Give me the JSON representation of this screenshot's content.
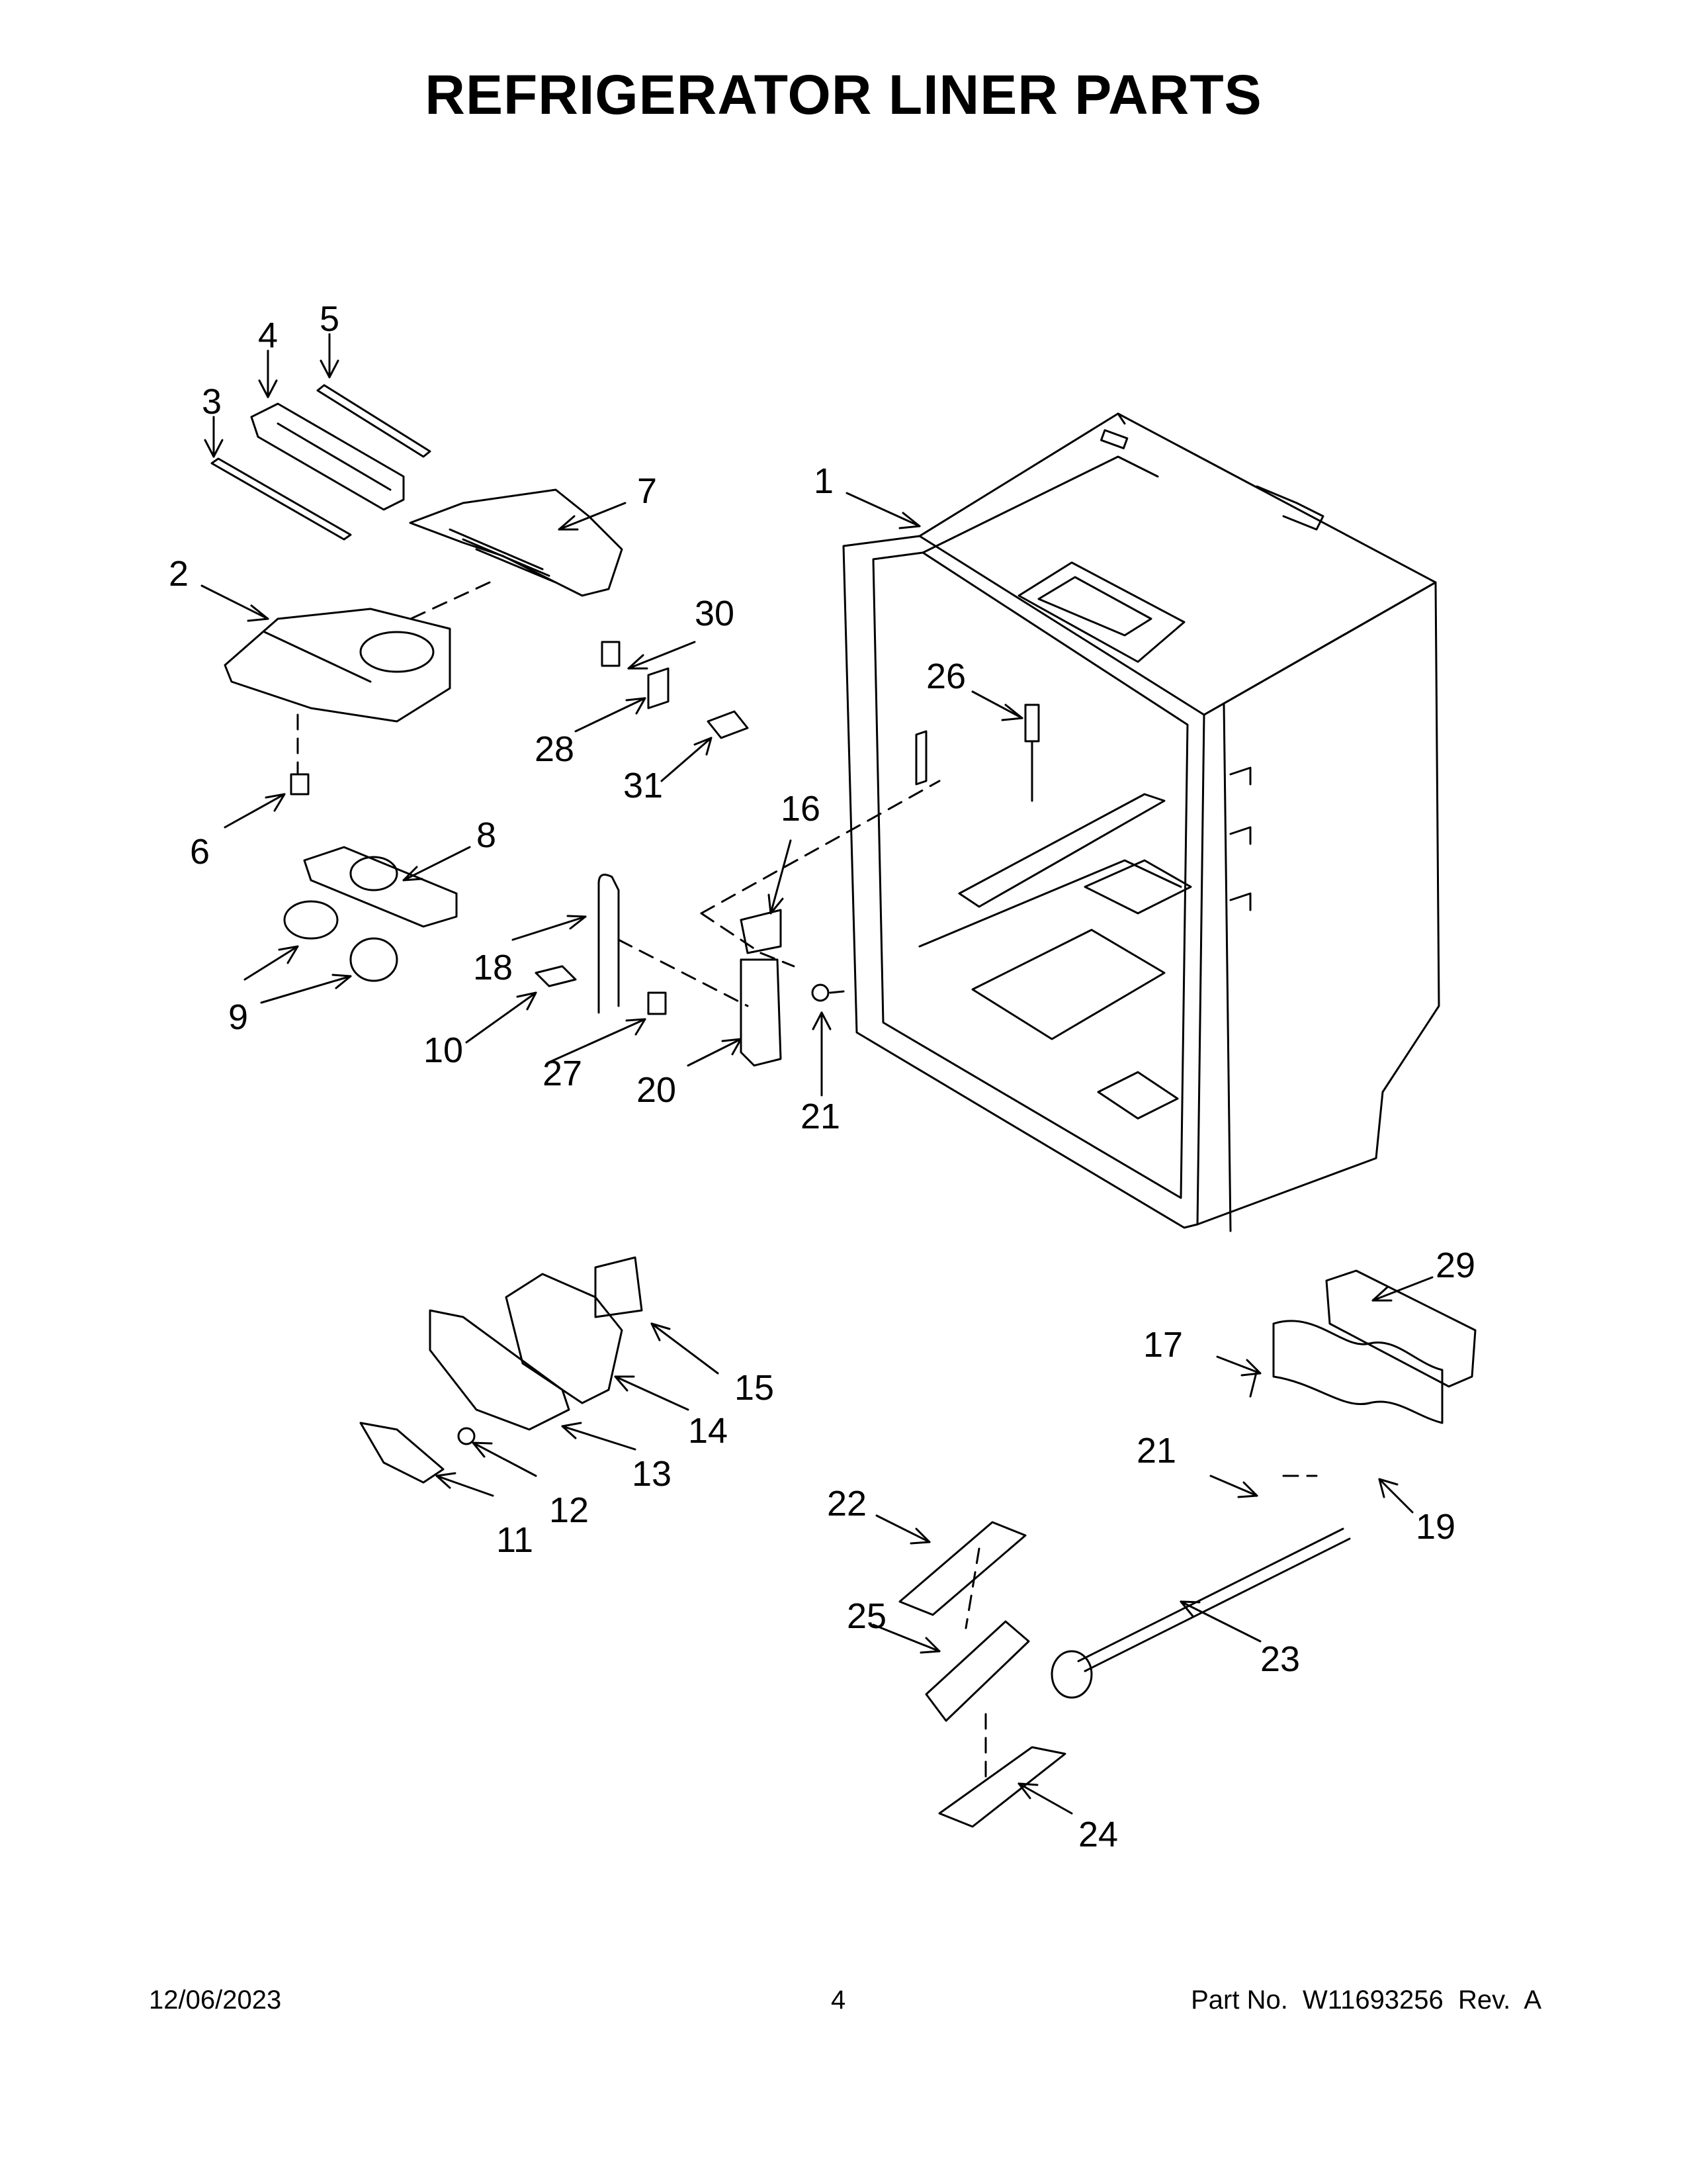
{
  "title": "REFRIGERATOR LINER PARTS",
  "footer": {
    "date": "12/06/2023",
    "page_number": "4",
    "part_number": "Part No.  W11693256  Rev.  A"
  },
  "callouts": [
    "1",
    "2",
    "3",
    "4",
    "5",
    "6",
    "7",
    "8",
    "9",
    "10",
    "11",
    "12",
    "13",
    "14",
    "15",
    "16",
    "17",
    "18",
    "19",
    "20",
    "21",
    "21",
    "22",
    "23",
    "24",
    "25",
    "26",
    "27",
    "28",
    "29",
    "30",
    "31"
  ]
}
